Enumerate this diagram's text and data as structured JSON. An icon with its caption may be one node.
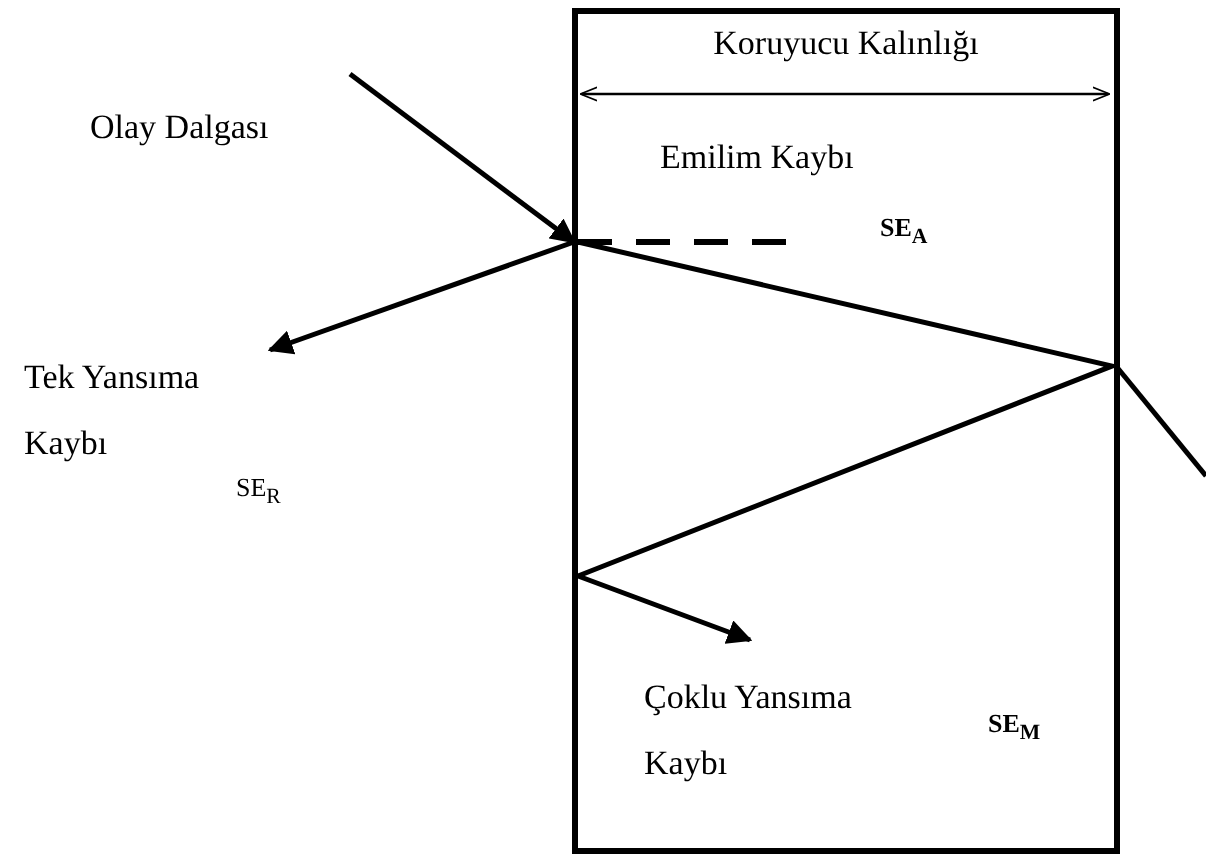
{
  "diagram": {
    "nodes": [
      {
        "text": [
          "Koruyucu Kalınlığı"
        ]
      },
      {
        "text": [
          "Olay Dalgası"
        ]
      },
      {
        "text": [
          "Tek Yansıma Kaybı"
        ]
      }
    ],
    "edges": [
      {
        "from": 1,
        "to": 0,
        "arrow": "to"
      },
      {
        "from": 0,
        "to": 2,
        "arrow": "to"
      }
    ],
    "labels": [
      "Emilim Kaybı",
      "SE$_{A}$",
      "SE$_{R}$",
      "Çoklu Yansıma Kaybı",
      "SE$_{M}$"
    ]
  }
}
